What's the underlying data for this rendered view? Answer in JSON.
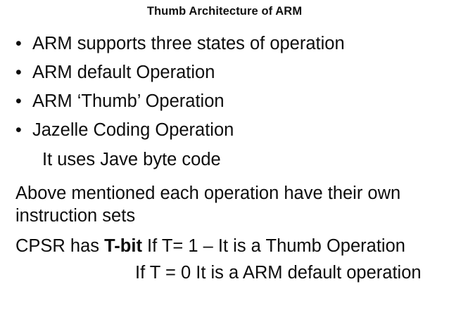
{
  "slide": {
    "title": "Thumb Architecture of ARM",
    "bullet_marker": "•",
    "bullets": [
      {
        "text": "ARM supports three states of operation"
      },
      {
        "text": "ARM default Operation"
      },
      {
        "text": "ARM ‘Thumb’ Operation"
      },
      {
        "text": "Jazelle Coding Operation"
      }
    ],
    "sub_line": "It uses Jave byte code",
    "paragraph": "Above mentioned each operation have their own instruction sets",
    "cpsr_line": {
      "prefix": "CPSR has ",
      "emphasis": "T-bit",
      "suffix": " If T= 1 – It is a Thumb Operation"
    },
    "indent_line": "If T = 0 It is a ARM default operation",
    "colors": {
      "background": "#ffffff",
      "text": "#0d0d0d",
      "title": "#101010"
    }
  }
}
